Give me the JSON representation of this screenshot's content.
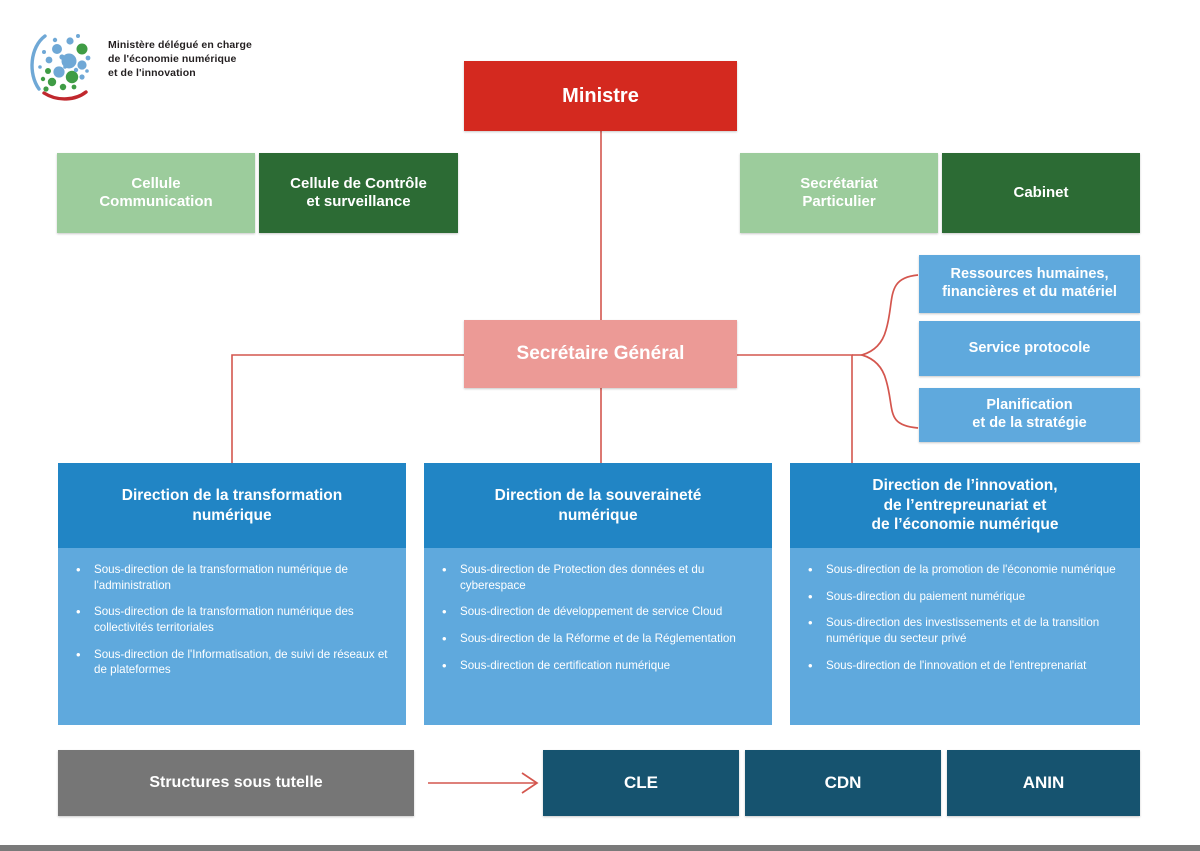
{
  "logo": {
    "name": "ministry-logo",
    "line1": "Ministère délégué en charge",
    "line2": "de l'économie numérique",
    "line3": "et de l'innovation"
  },
  "colors": {
    "minister_red": "#d4291f",
    "light_green": "#9ccc9c",
    "dark_green": "#2c6b34",
    "pink": "#ec9a96",
    "header_blue": "#2185c5",
    "sky_blue": "#5fa9dd",
    "gray": "#767676",
    "navy": "#16536f",
    "connector_line": "#d4564e"
  },
  "top": {
    "minister": "Ministre",
    "cellule_communication": "Cellule\nCommunication",
    "cellule_communication_l1": "Cellule",
    "cellule_communication_l2": "Communication",
    "cellule_controle_l1": "Cellule de Contrôle",
    "cellule_controle_l2": "et surveillance",
    "secretariat_l1": "Secrétariat",
    "secretariat_l2": "Particulier",
    "cabinet": "Cabinet"
  },
  "secretary_general": {
    "title": "Secrétaire Général",
    "services": [
      {
        "l1": "Ressources humaines,",
        "l2": "financières et du matériel"
      },
      {
        "l1": "Service protocole",
        "l2": ""
      },
      {
        "l1": "Planification",
        "l2": "et de la stratégie"
      }
    ]
  },
  "directions": [
    {
      "title_l1": "Direction de la transformation",
      "title_l2": "numérique",
      "title_l3": "",
      "items": [
        "Sous-direction de la transformation numérique de l'administration",
        "Sous-direction de la transformation numérique des collectivités territoriales",
        "Sous-direction de l'Informatisation, de suivi de réseaux et de plateformes"
      ]
    },
    {
      "title_l1": "Direction de la souveraineté",
      "title_l2": "numérique",
      "title_l3": "",
      "items": [
        "Sous-direction de Protection des données et du cyberespace",
        "Sous-direction de développement de service Cloud",
        "Sous-direction de la Réforme et de la Réglementation",
        "Sous-direction de certification numérique"
      ]
    },
    {
      "title_l1": "Direction de l’innovation,",
      "title_l2": "de l’entrepreunariat et",
      "title_l3": "de l’économie numérique",
      "items": [
        "Sous-direction de la promotion de l'économie numérique",
        "Sous-direction du paiement numérique",
        "Sous-direction des investissements et de la transition numérique du secteur privé",
        "Sous-direction de l'innovation et de l'entreprenariat"
      ]
    }
  ],
  "bottom": {
    "tutelle_label": "Structures sous tutelle",
    "agencies": [
      "CLE",
      "CDN",
      "ANIN"
    ]
  }
}
